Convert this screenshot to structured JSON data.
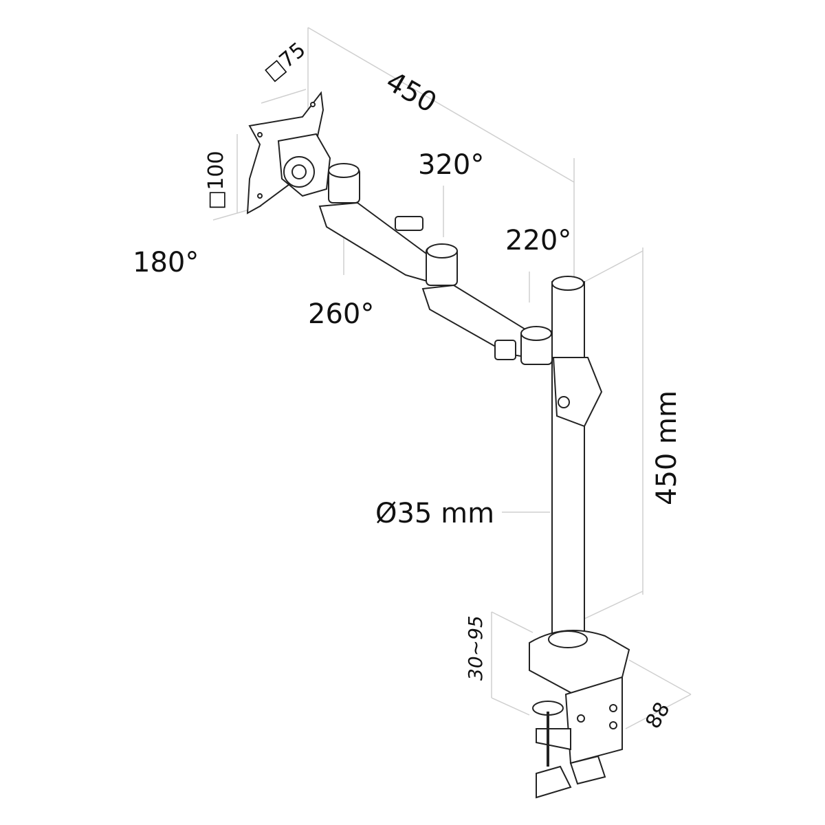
{
  "diagram": {
    "subject": "single monitor desk mount with pole and clamp",
    "labels": {
      "vesa_small": "□75",
      "vesa_large": "□100",
      "arm_reach": "450",
      "rotation_plate": "180°",
      "rotation_joint1": "320°",
      "rotation_joint2": "260°",
      "rotation_joint3": "220°",
      "pole_height": "450 mm",
      "pole_diameter": "Ø35 mm",
      "clamp_range": "30~95",
      "clamp_depth": "88"
    },
    "colors": {
      "line": "#222222",
      "dimension_line": "#cfcfcf",
      "background": "#ffffff"
    }
  }
}
